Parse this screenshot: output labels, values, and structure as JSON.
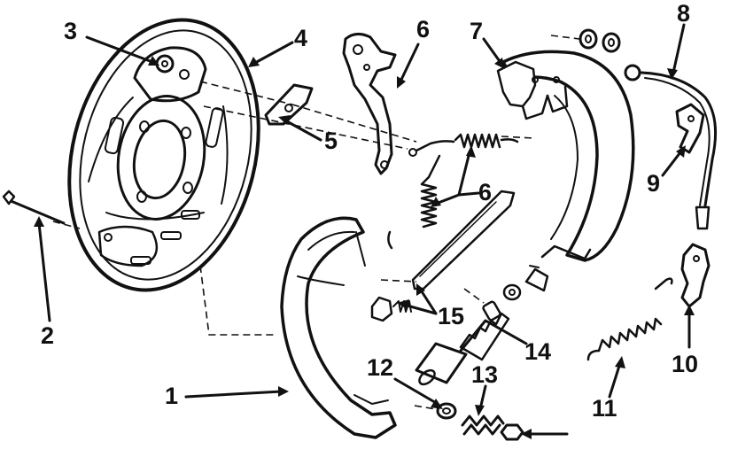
{
  "diagram": {
    "colors": {
      "ink": "#111111",
      "paper": "#ffffff"
    },
    "callouts": [
      {
        "id": "1",
        "text": "1"
      },
      {
        "id": "2",
        "text": "2"
      },
      {
        "id": "3",
        "text": "3"
      },
      {
        "id": "4",
        "text": "4"
      },
      {
        "id": "5",
        "text": "5"
      },
      {
        "id": "6a",
        "text": "6"
      },
      {
        "id": "6b",
        "text": "6"
      },
      {
        "id": "7",
        "text": "7"
      },
      {
        "id": "8",
        "text": "8"
      },
      {
        "id": "9",
        "text": "9"
      },
      {
        "id": "10",
        "text": "10"
      },
      {
        "id": "11",
        "text": "11"
      },
      {
        "id": "12",
        "text": "12"
      },
      {
        "id": "13",
        "text": "13"
      },
      {
        "id": "14",
        "text": "14"
      },
      {
        "id": "15",
        "text": "15"
      }
    ]
  }
}
